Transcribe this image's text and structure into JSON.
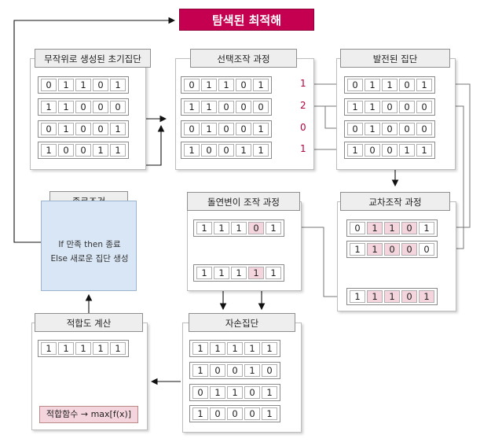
{
  "title": "탐색된 최적해",
  "initial": {
    "title": "무작위로 생성된 초기집단",
    "rows": [
      [
        "0",
        "1",
        "1",
        "0",
        "1"
      ],
      [
        "1",
        "1",
        "0",
        "0",
        "0"
      ],
      [
        "0",
        "1",
        "0",
        "0",
        "1"
      ],
      [
        "1",
        "0",
        "0",
        "1",
        "1"
      ]
    ]
  },
  "selection": {
    "title": "선택조작 과정",
    "rows": [
      [
        "0",
        "1",
        "1",
        "0",
        "1"
      ],
      [
        "1",
        "1",
        "0",
        "0",
        "0"
      ],
      [
        "0",
        "1",
        "0",
        "0",
        "1"
      ],
      [
        "1",
        "0",
        "0",
        "1",
        "1"
      ]
    ],
    "counts": [
      "1",
      "2",
      "0",
      "1"
    ]
  },
  "evolved": {
    "title": "발전된 집단",
    "rows": [
      [
        "0",
        "1",
        "1",
        "0",
        "1"
      ],
      [
        "1",
        "1",
        "0",
        "0",
        "0"
      ],
      [
        "0",
        "1",
        "0",
        "0",
        "0"
      ],
      [
        "1",
        "0",
        "0",
        "1",
        "1"
      ]
    ]
  },
  "crossover": {
    "title": "교차조작 과정",
    "rows": [
      [
        "0",
        "1",
        "1",
        "0",
        "1"
      ],
      [
        "1",
        "1",
        "0",
        "0",
        "0"
      ]
    ],
    "result": [
      "1",
      "1",
      "1",
      "0",
      "1"
    ]
  },
  "mutation": {
    "title": "돌연변이 조작 과정",
    "before": [
      "1",
      "1",
      "1",
      "0",
      "1"
    ],
    "after": [
      "1",
      "1",
      "1",
      "1",
      "1"
    ]
  },
  "offspring": {
    "title": "자손집단",
    "rows": [
      [
        "1",
        "1",
        "1",
        "1",
        "1"
      ],
      [
        "1",
        "0",
        "0",
        "1",
        "0"
      ],
      [
        "0",
        "1",
        "1",
        "0",
        "1"
      ],
      [
        "1",
        "0",
        "0",
        "0",
        "1"
      ]
    ]
  },
  "fitness": {
    "title": "적합도 계산",
    "row": [
      "1",
      "1",
      "1",
      "1",
      "1"
    ],
    "formula": "적합함수 → max[f(x)]"
  },
  "condition": {
    "title": "종료조건",
    "line1": "If 만족 then 종료",
    "line2": "Else 새로운 집단 생성"
  },
  "colors": {
    "accent": "#c60050",
    "highlight": "#f4d4dd",
    "condition_bg": "#d9e6f5"
  }
}
